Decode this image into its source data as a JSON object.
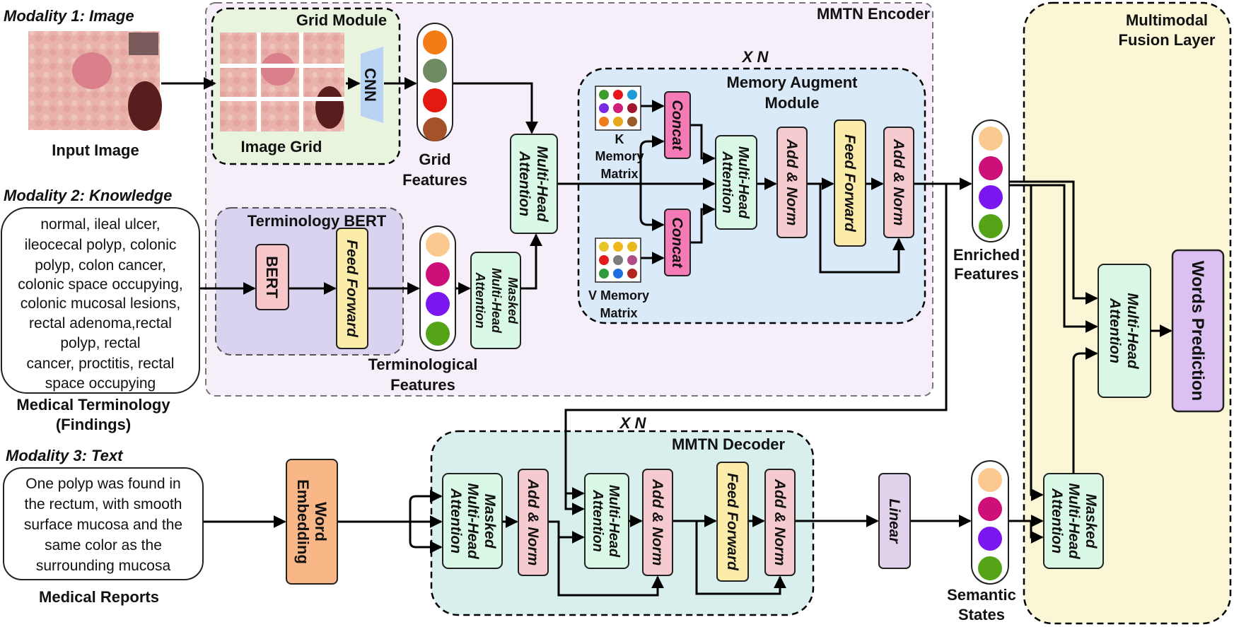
{
  "modalities": {
    "image": "Modality 1: Image",
    "knowledge": "Modality 2: Knowledge",
    "text": "Modality 3: Text"
  },
  "labels": {
    "input_image": "Input Image",
    "grid_module": "Grid Module",
    "image_grid": "Image Grid",
    "cnn": "CNN",
    "grid_features": [
      "Grid",
      "Features"
    ],
    "mmtn_encoder": "MMTN Encoder",
    "terminology_bert": "Terminology BERT",
    "bert": "BERT",
    "feed_forward": "Feed Forward",
    "terminological_features": [
      "Terminological",
      "Features"
    ],
    "masked_mha": [
      "Masked",
      "Multi-Head",
      "Attention"
    ],
    "mha": [
      "Multi-Head",
      "Attention"
    ],
    "repeat_top": "X N",
    "repeat_bottom": "X N",
    "memory_module": [
      "Memory Augment",
      "Module"
    ],
    "concat": "Concat",
    "k_memory": [
      "K",
      "Memory",
      "Matrix"
    ],
    "v_memory": [
      "V Memory",
      "Matrix"
    ],
    "add_norm": "Add & Norm",
    "enriched_features": [
      "Enriched",
      "Features"
    ],
    "fusion_layer": [
      "Multimodal",
      "Fusion Layer"
    ],
    "words_prediction": "Words Prediction",
    "medical_terminology": [
      "Medical Terminology",
      "(Findings)"
    ],
    "word_embedding": [
      "Word",
      "Embedding"
    ],
    "mmtn_decoder": "MMTN Decoder",
    "linear": "Linear",
    "semantic_states": [
      "Semantic",
      "States"
    ],
    "medical_reports": "Medical Reports"
  },
  "terminology_text": [
    "normal, ileal ulcer,",
    "ileocecal polyp, colonic",
    "polyp, colon cancer,",
    "colonic space occupying,",
    "colonic mucosal lesions,",
    "rectal adenoma,rectal",
    "polyp, rectal",
    "cancer, proctitis, rectal",
    "space occupying"
  ],
  "report_text": [
    "One polyp was found in",
    "the rectum, with smooth",
    "surface mucosa and the",
    "same color as the",
    "surrounding mucosa"
  ],
  "colors": {
    "grid_features": [
      "#f47c17",
      "#6e8b63",
      "#e41a10",
      "#a5522a"
    ],
    "term_features": [
      "#fbc990",
      "#cc0f79",
      "#7a16ef",
      "#55a417"
    ],
    "enriched_features": [
      "#fbc990",
      "#cc0f79",
      "#7a16ef",
      "#55a417"
    ],
    "semantic_states": [
      "#fbc990",
      "#cc0f79",
      "#7a16ef",
      "#55a417"
    ],
    "k_memory": [
      "#3a9d2b",
      "#e8141c",
      "#1f9bd8",
      "#7a2ae0",
      "#d01d7a",
      "#a1162e",
      "#f07b1b",
      "#e9a81c",
      "#9b5a2a"
    ],
    "v_memory": [
      "#e8c52a",
      "#f0b81f",
      "#e8b81f",
      "#e31c1c",
      "#7c7c7c",
      "#b04e8a",
      "#2e9b3a",
      "#1d6fe0",
      "#b3251f"
    ],
    "mha_fill": "#d9f8e6",
    "add_norm_fill": "#f6cbd0",
    "feed_forward_fill": "#fcecaa",
    "concat_fill": "#f57bb6",
    "bert_fill": "#f7c7c9",
    "cnn_fill": "#b9d3f4",
    "word_embedding_fill": "#f9b788",
    "linear_fill": "#e0d2ea",
    "words_prediction_fill": "#dcc0f1"
  }
}
